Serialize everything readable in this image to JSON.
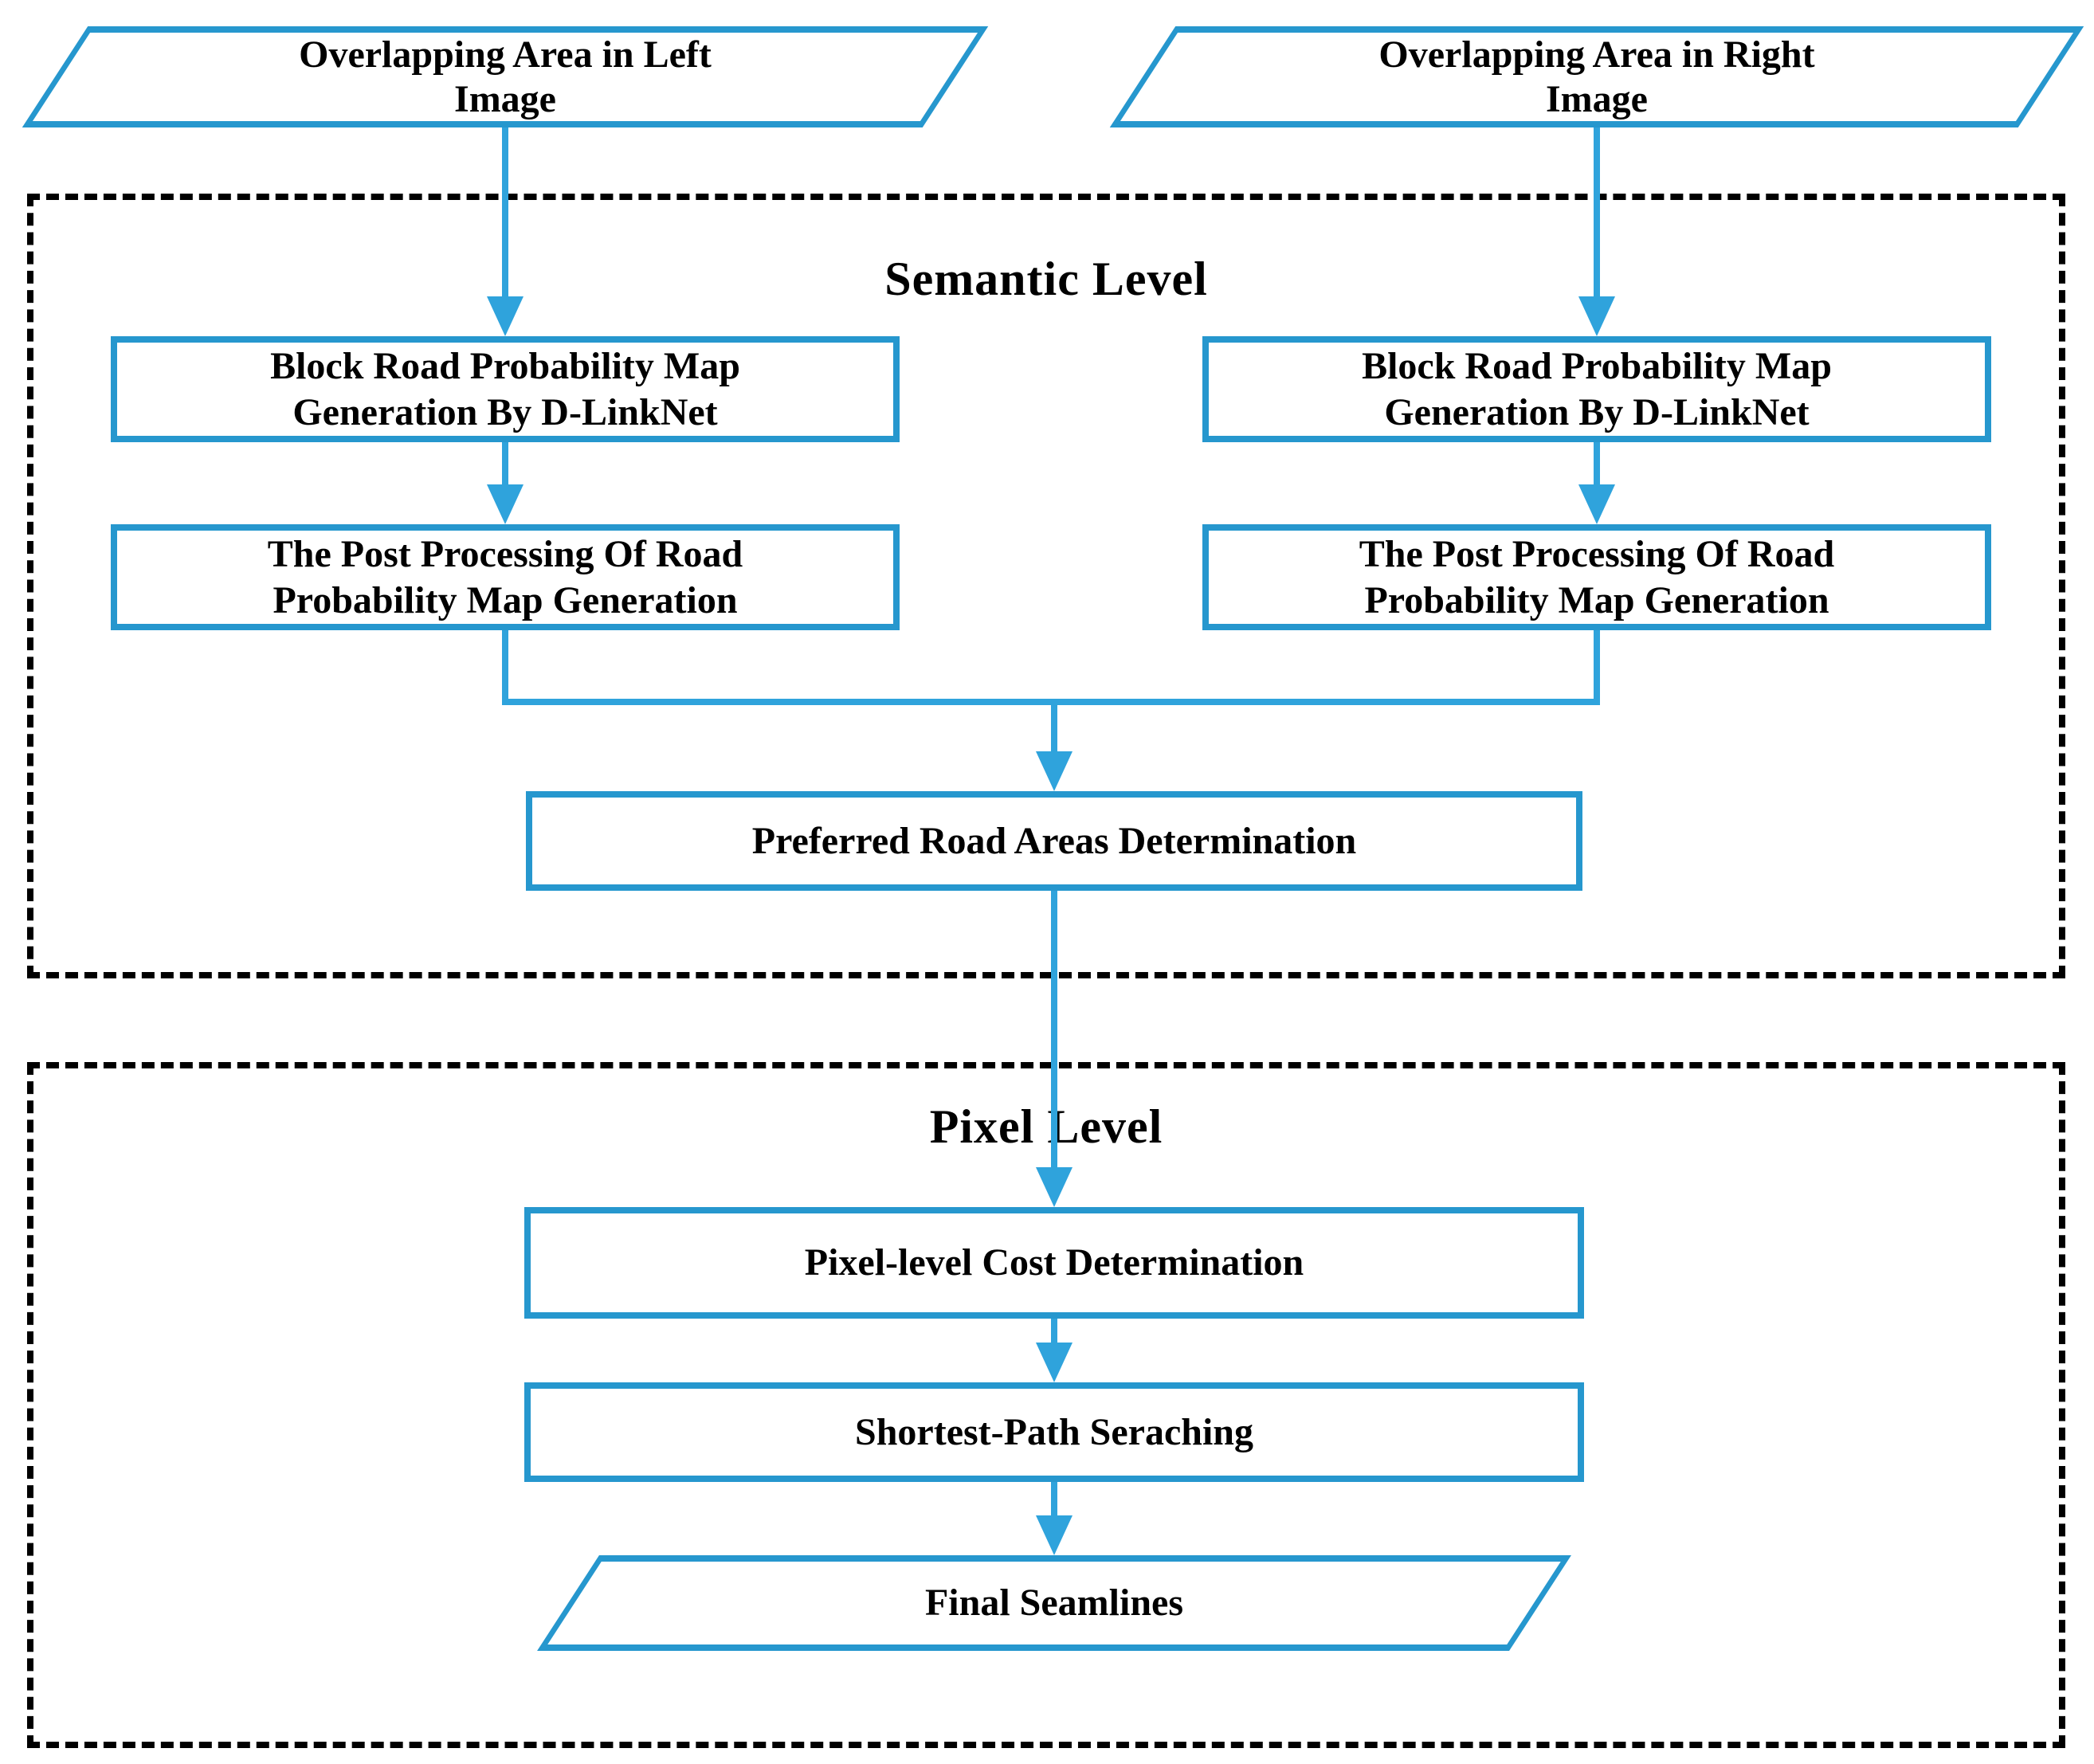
{
  "figure_type": "flowchart",
  "colors": {
    "shape": "#2697CE",
    "arrow": "#2FA3DC",
    "dash": "#000000",
    "text": "#000000",
    "background": "#FFFFFF"
  },
  "sections": {
    "semantic": {
      "title": "Semantic Level"
    },
    "pixel": {
      "title": "Pixel Level"
    }
  },
  "nodes": {
    "input_left": {
      "shape": "parallelogram",
      "label": "Overlapping Area in Left\nImage"
    },
    "input_right": {
      "shape": "parallelogram",
      "label": "Overlapping Area in Right\nImage"
    },
    "block_left": {
      "shape": "rect",
      "label": "Block Road Probability Map\nGeneration By D-LinkNet"
    },
    "block_right": {
      "shape": "rect",
      "label": "Block Road Probability Map\nGeneration By D-LinkNet"
    },
    "post_left": {
      "shape": "rect",
      "label": "The Post Processing Of Road\nProbability Map Generation"
    },
    "post_right": {
      "shape": "rect",
      "label": "The Post Processing Of Road\nProbability Map Generation"
    },
    "preferred": {
      "shape": "rect",
      "label": "Preferred Road Areas Determination"
    },
    "cost": {
      "shape": "rect",
      "label": "Pixel-level Cost Determination"
    },
    "shortest": {
      "shape": "rect",
      "label": "Shortest-Path Seraching"
    },
    "final": {
      "shape": "parallelogram",
      "label": "Final Seamlines"
    }
  },
  "edges": [
    {
      "from": "input_left",
      "to": "block_left"
    },
    {
      "from": "input_right",
      "to": "block_right"
    },
    {
      "from": "block_left",
      "to": "post_left"
    },
    {
      "from": "block_right",
      "to": "post_right"
    },
    {
      "from": "post_left",
      "to": "preferred"
    },
    {
      "from": "post_right",
      "to": "preferred"
    },
    {
      "from": "preferred",
      "to": "cost"
    },
    {
      "from": "cost",
      "to": "shortest"
    },
    {
      "from": "shortest",
      "to": "final"
    }
  ]
}
